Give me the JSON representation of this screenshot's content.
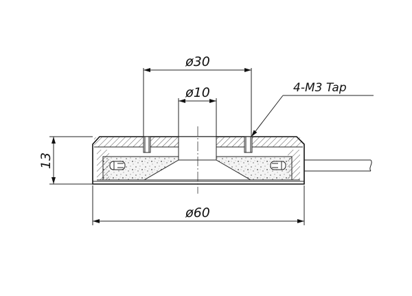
{
  "drawing": {
    "dimensions": {
      "outer_diameter": "ø60",
      "hole_circle_diameter": "ø30",
      "center_hole_diameter": "ø10",
      "height": "13"
    },
    "note": "4-M3 Tap"
  }
}
